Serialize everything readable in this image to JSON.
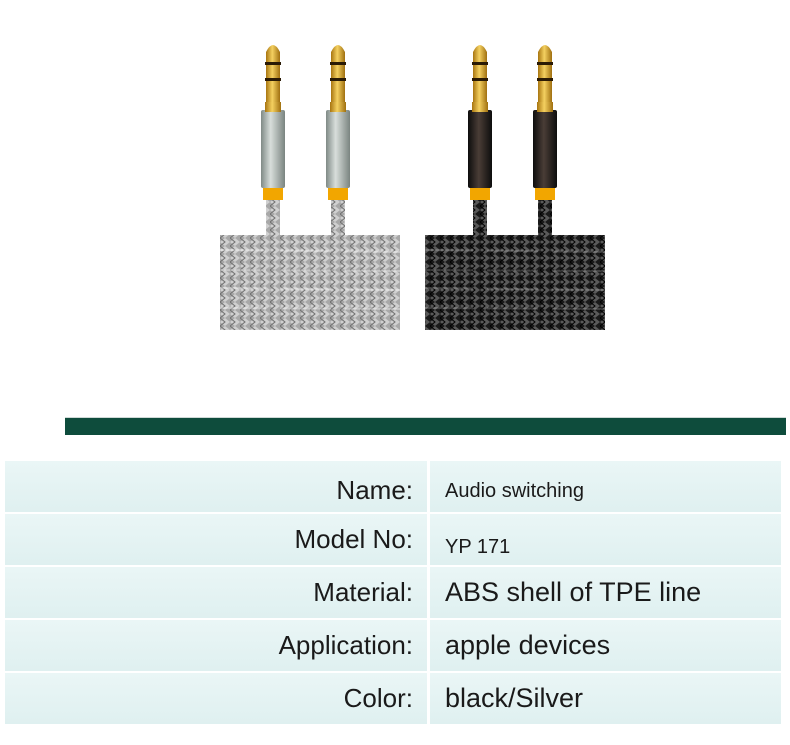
{
  "product": {
    "image_alt": "braided audio cables silver and black",
    "colors": {
      "silver_braid": "#9a9a9a",
      "black_braid": "#1e1e1e",
      "gold_plug": "#d9a520",
      "orange_ring": "#f2a600",
      "bar_green": "#0e4c3c",
      "row_bg": "#e4f3f3"
    }
  },
  "specs": [
    {
      "label": "Name:",
      "value": "Audio switching"
    },
    {
      "label": "Model No:",
      "value": "YP 171"
    },
    {
      "label": "Material:",
      "value": "ABS shell of TPE line"
    },
    {
      "label": "Application:",
      "value": "apple devices"
    },
    {
      "label": "Color:",
      "value": "black/Silver"
    }
  ]
}
